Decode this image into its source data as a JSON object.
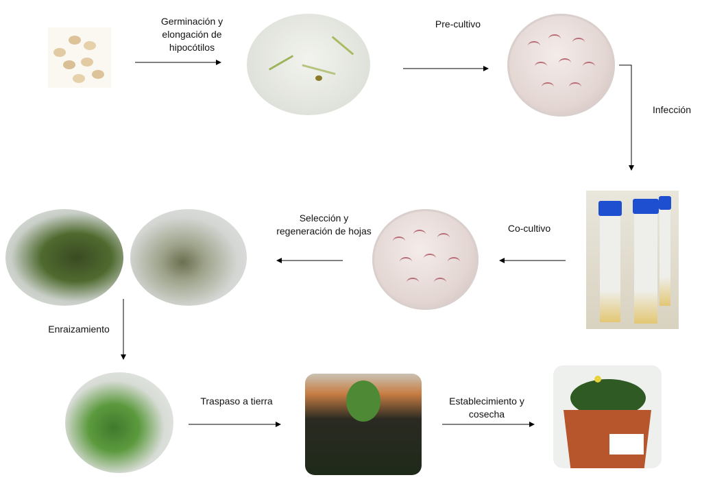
{
  "steps": {
    "germination": "Germinación y elongación de hipocótilos",
    "germination_lines": [
      "Germinación y",
      "elongación de",
      "hipocótilos"
    ],
    "preculture": "Pre-cultivo",
    "infection": "Infección",
    "coculture": "Co-cultivo",
    "selection_lines": [
      "Selección y",
      "regeneración de hojas"
    ],
    "rooting": "Enraizamiento",
    "transfer": "Traspaso a tierra",
    "establishment_lines": [
      "Establecimiento y",
      "cosecha"
    ]
  },
  "colors": {
    "arrow": "#000000",
    "petri_mark": "#b86d76",
    "tube_cap": "#1f4fd1"
  }
}
